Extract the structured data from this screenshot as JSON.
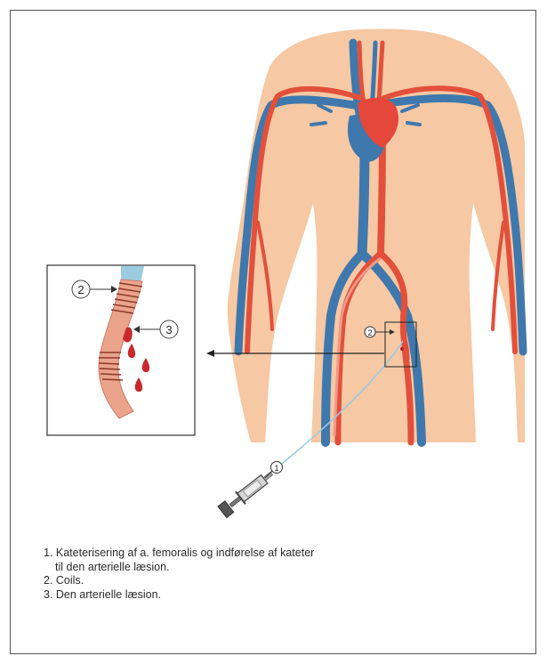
{
  "diagram": {
    "callouts": {
      "catheter": "1",
      "coils_inset": "2",
      "lesion_inset": "3",
      "coils_body": "2"
    },
    "colors": {
      "skin": "#f6c8a4",
      "artery": "#e2503b",
      "vein": "#3f78ad",
      "heart": "#e5473a",
      "vessel_light": "#ef9a8a",
      "blood": "#c8292c"
    }
  },
  "caption": {
    "item1_line1": "1. Kateterisering af a. femoralis og indførelse af kateter",
    "item1_line2": "til den arterielle læsion.",
    "item2": "2. Coils.",
    "item3": "3. Den arterielle læsion."
  }
}
